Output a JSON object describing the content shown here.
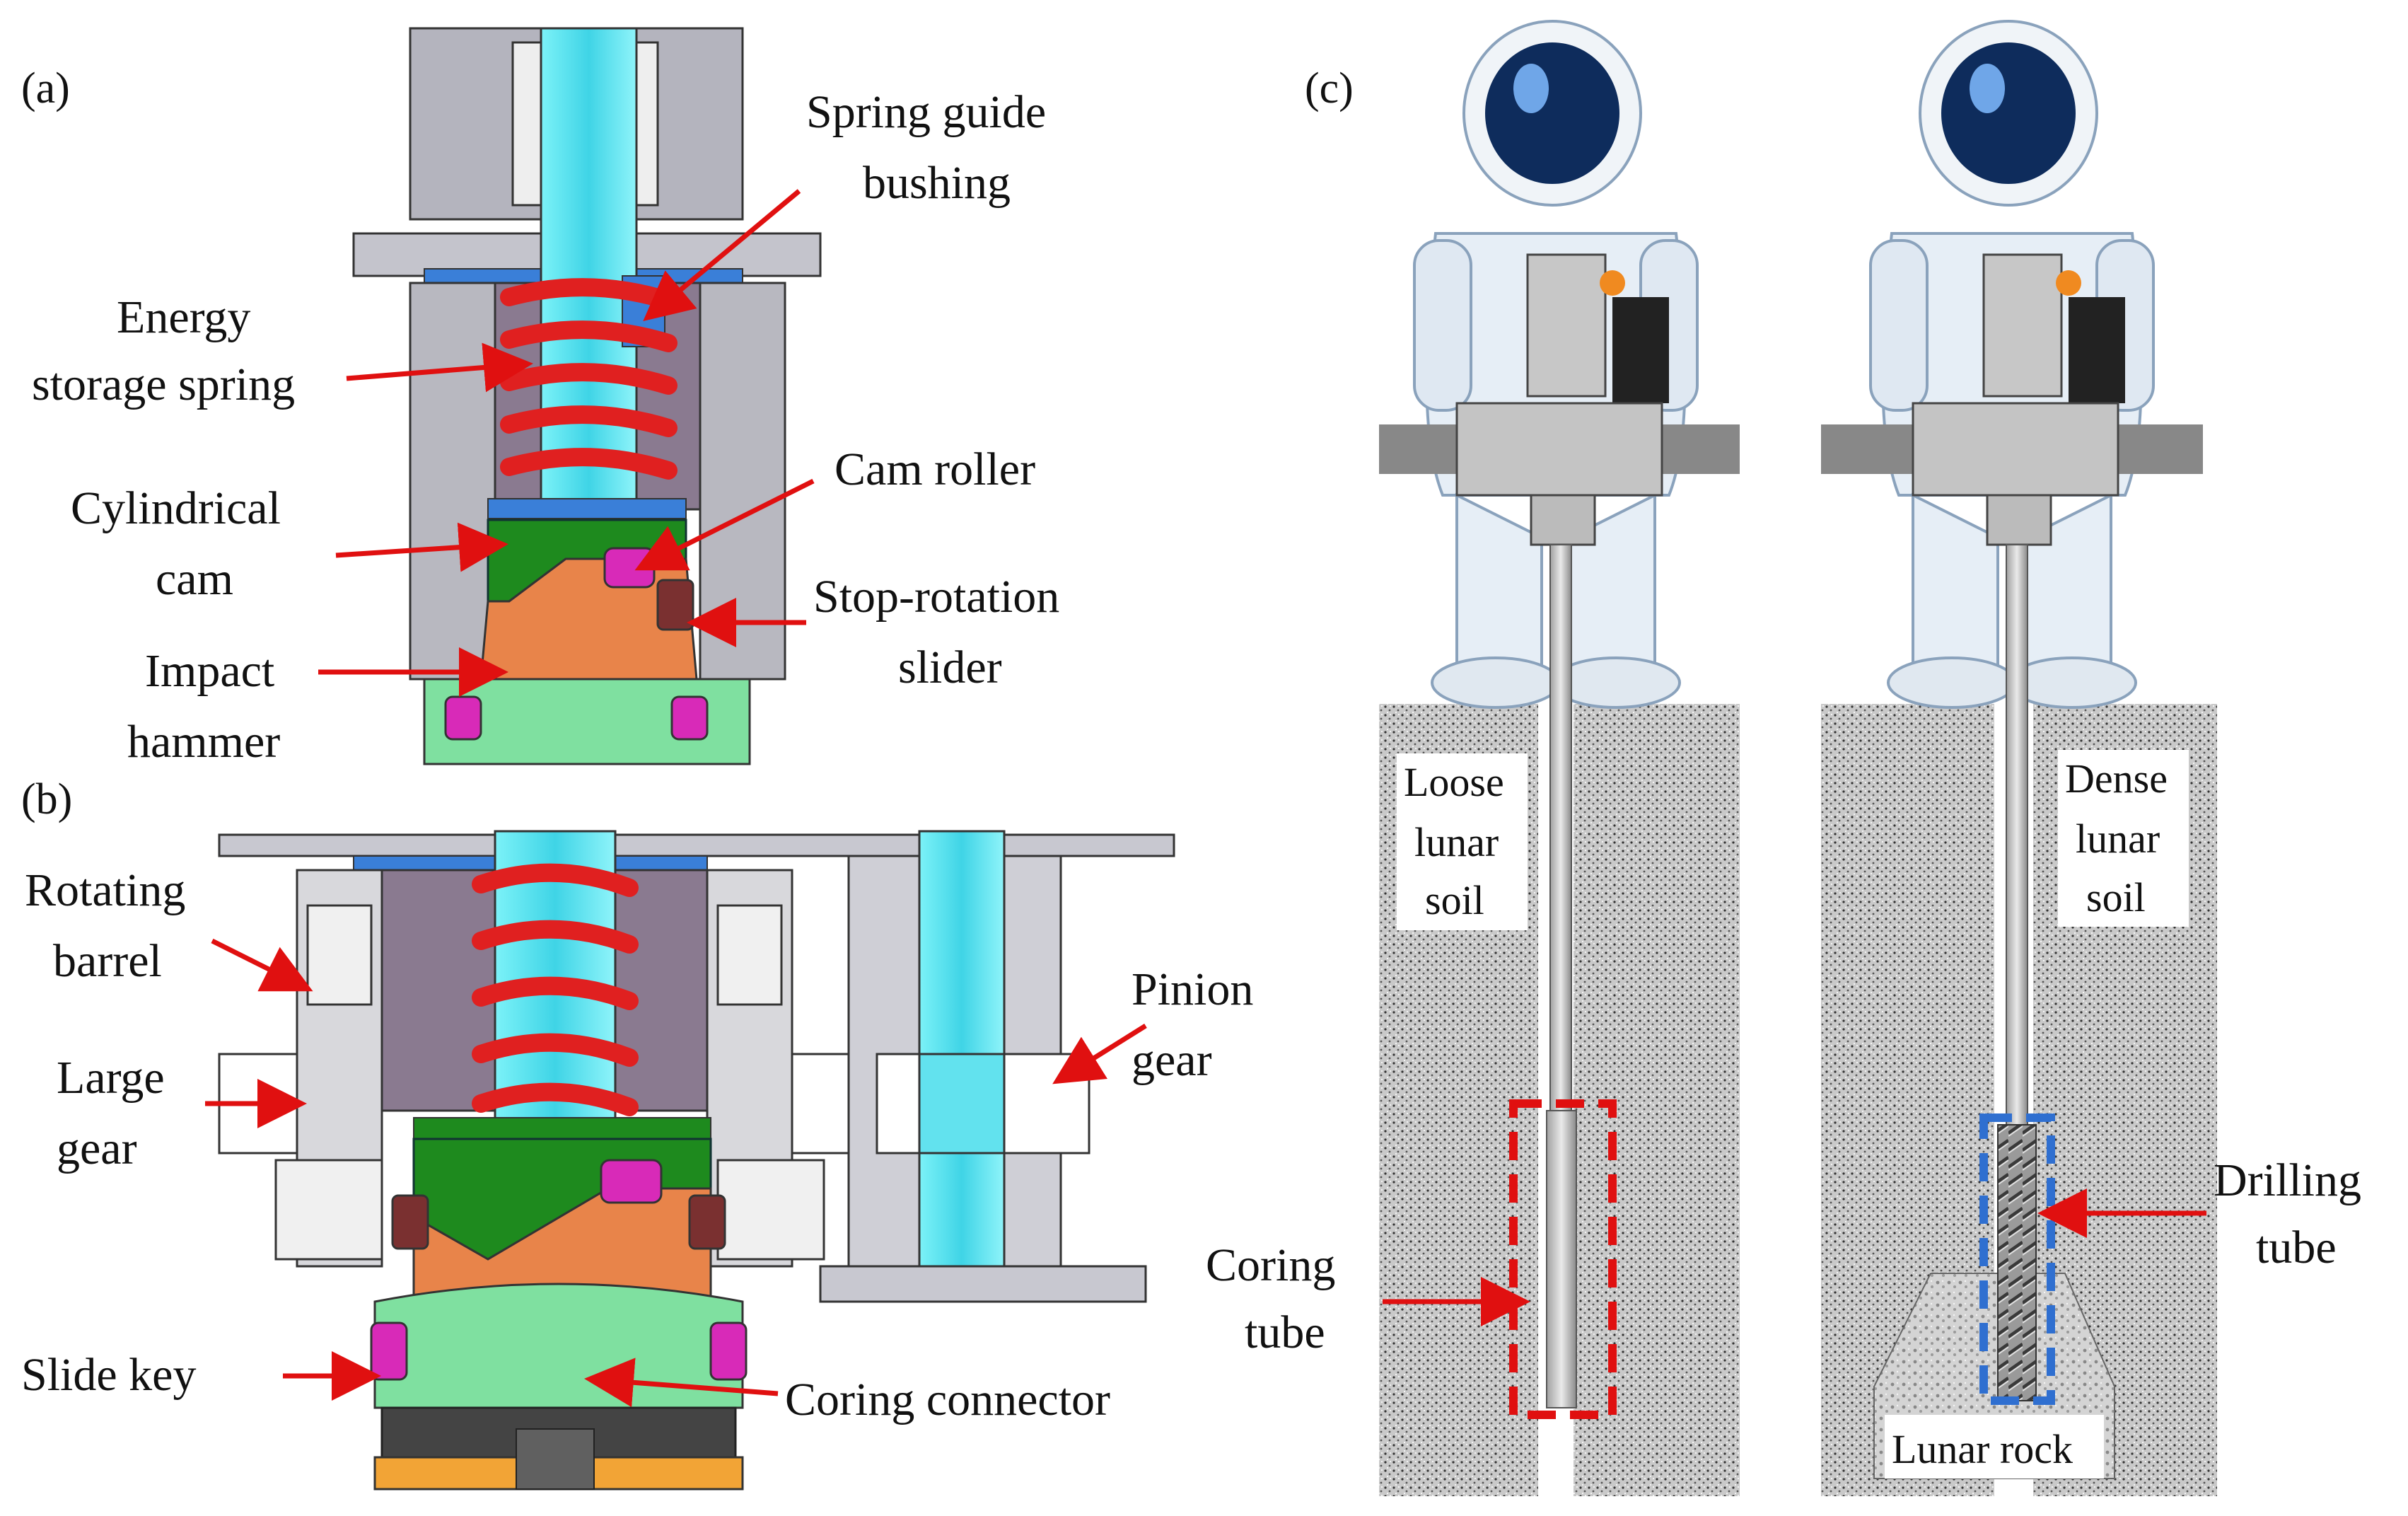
{
  "panels": {
    "a": "(a)",
    "b": "(b)",
    "c": "(c)"
  },
  "labels_a": {
    "spring_guide_1": "Spring guide",
    "spring_guide_2": "bushing",
    "energy_1": "Energy",
    "energy_2": "storage spring",
    "cyl_1": "Cylindrical",
    "cyl_2": "cam",
    "cam_roller": "Cam roller",
    "stop_1": "Stop-rotation",
    "stop_2": "slider",
    "impact_1": "Impact",
    "impact_2": "hammer"
  },
  "labels_b": {
    "rot_1": "Rotating",
    "rot_2": "barrel",
    "large_1": "Large",
    "large_2": "gear",
    "pinion_1": "Pinion",
    "pinion_2": "gear",
    "slide_key": "Slide key",
    "coring_connector": "Coring connector"
  },
  "labels_c": {
    "loose_1": "Loose",
    "loose_2": "lunar",
    "loose_3": "soil",
    "dense_1": "Dense",
    "dense_2": "lunar",
    "dense_3": "soil",
    "coring_1": "Coring",
    "coring_2": "tube",
    "drilling_1": "Drilling",
    "drilling_2": "tube",
    "lunar_rock": "Lunar rock"
  },
  "colors": {
    "shaft": "#59e6f0",
    "spring": "#e02020",
    "cam": "#1e8a1e",
    "hammer": "#e8844a",
    "connector": "#7fe0a0",
    "roller": "#d82ab8",
    "slider": "#7a3030",
    "body_gray": "#b8b8c0",
    "blue_plate": "#3a7fd8",
    "arrow": "#e01010",
    "coring_box": "#e01010",
    "drilling_box": "#2f6fd0",
    "soil": "#bdbdbd"
  }
}
